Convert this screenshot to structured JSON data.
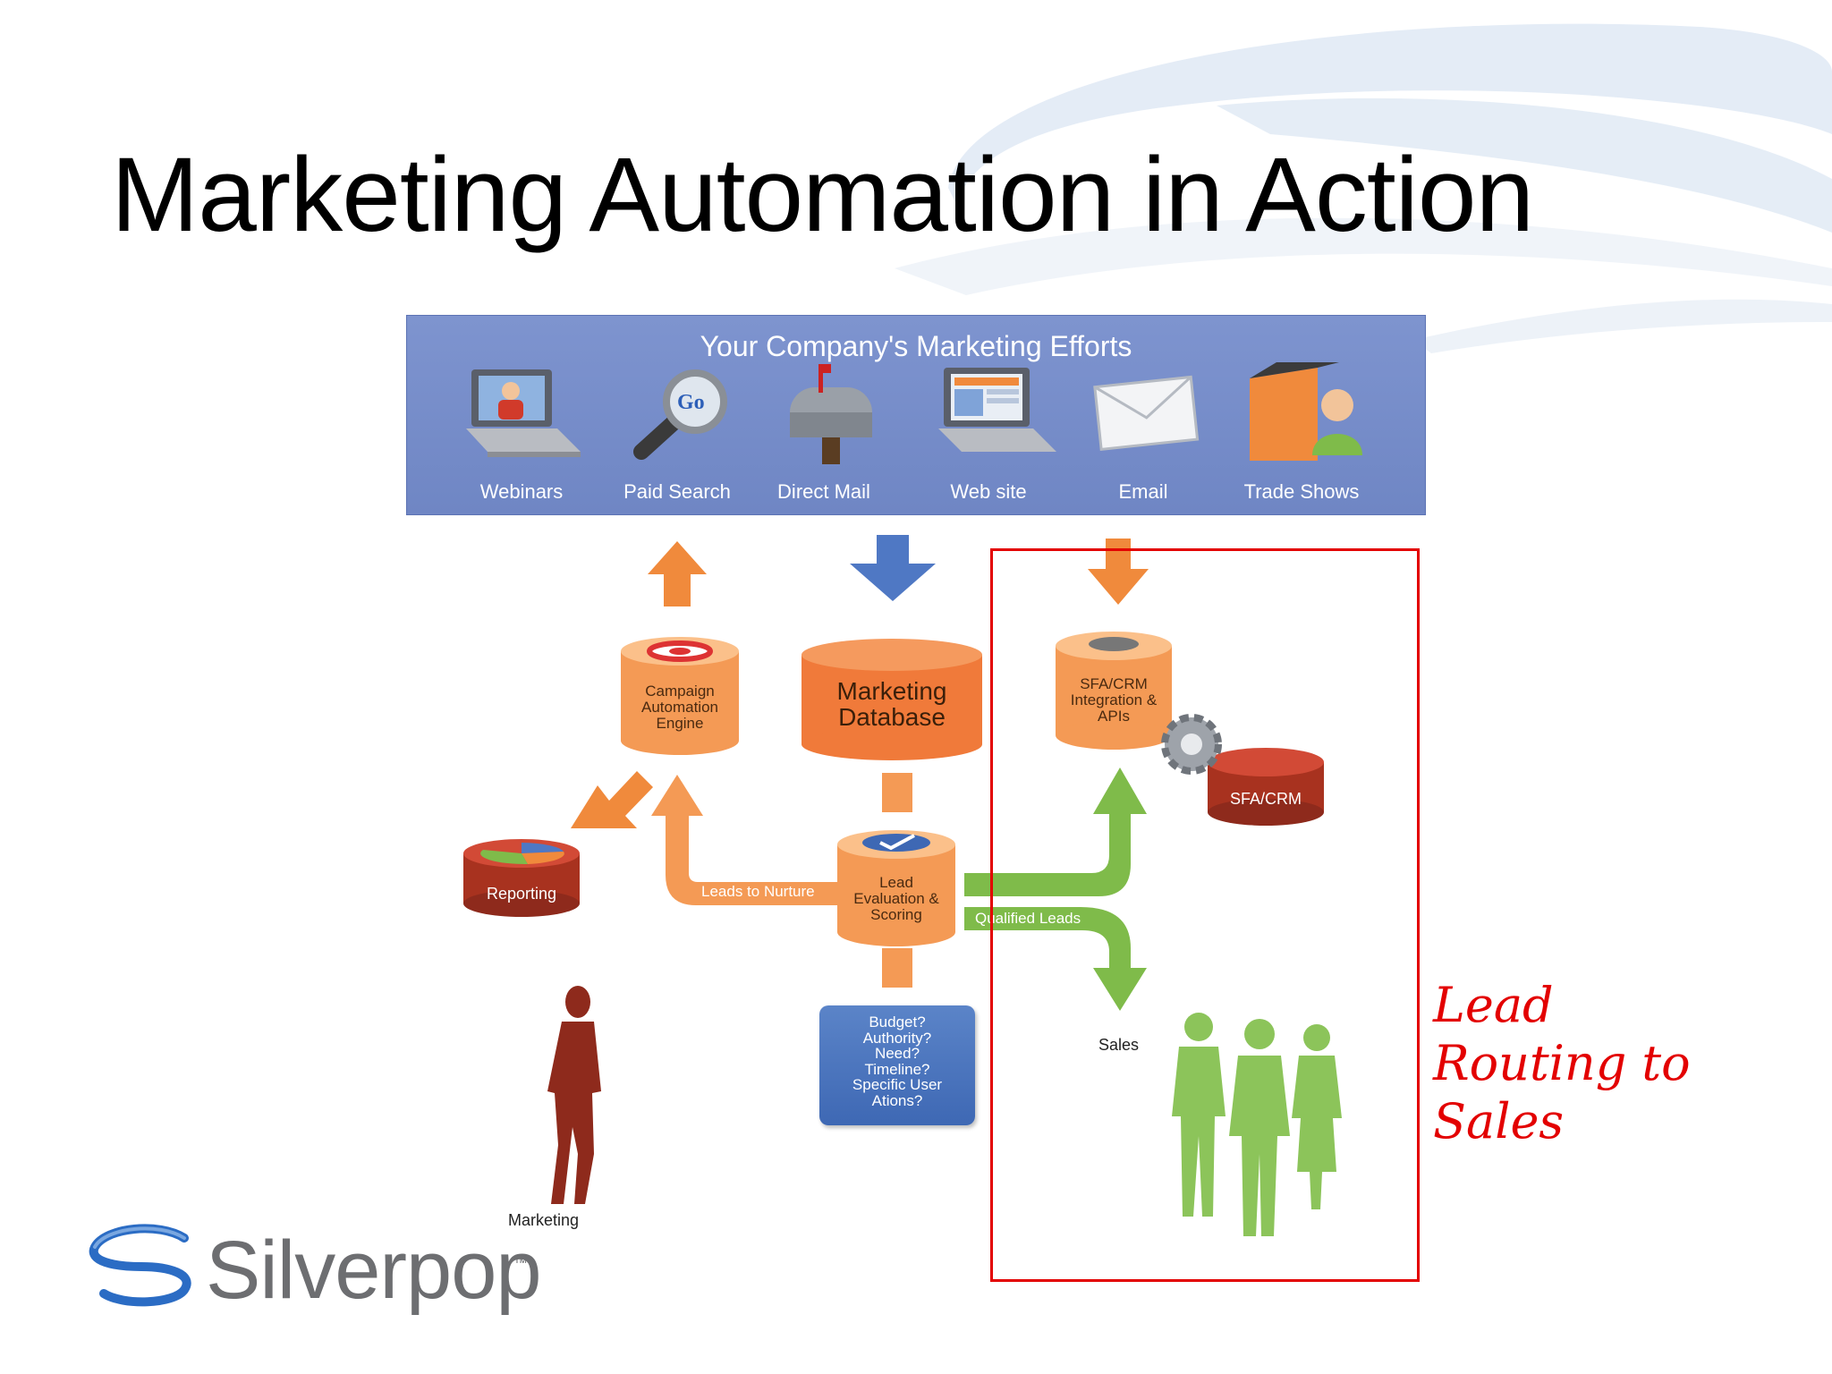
{
  "slide": {
    "title": "Marketing Automation in Action"
  },
  "efforts_panel": {
    "heading": "Your Company's Marketing Efforts",
    "channels": [
      {
        "label": "Webinars",
        "icon": "laptop-presenter-icon"
      },
      {
        "label": "Paid Search",
        "icon": "magnifier-search-icon"
      },
      {
        "label": "Direct Mail",
        "icon": "mailbox-icon"
      },
      {
        "label": "Web site",
        "icon": "laptop-website-icon"
      },
      {
        "label": "Email",
        "icon": "envelope-icon"
      },
      {
        "label": "Trade Shows",
        "icon": "booth-person-icon"
      }
    ]
  },
  "nodes": {
    "campaign_engine": "Campaign Automation Engine",
    "marketing_database": "Marketing Database",
    "sfa_integration": "SFA/CRM Integration & APIs",
    "sfa_crm": "SFA/CRM",
    "reporting": "Reporting",
    "lead_evaluation": "Lead Evaluation & Scoring"
  },
  "flows": {
    "leads_to_nurture": "Leads to Nurture",
    "qualified_leads": "Qualified Leads"
  },
  "bant_box": {
    "text": "Budget?\nAuthority?\nNeed?\nTimeline?\nSpecific User\nAtions?"
  },
  "people": {
    "sales": "Sales",
    "marketing": "Marketing"
  },
  "annotation": {
    "text": "Lead Routing to Sales"
  },
  "logo": {
    "wordmark": "Silverpop",
    "tm": "™"
  },
  "colors": {
    "panel_blue": "#7489c8",
    "orange": "#f08a3c",
    "blue_arrow": "#4f78c4",
    "green": "#7fbb4a",
    "red_outline": "#e30000",
    "maroon": "#8e2a1c"
  }
}
